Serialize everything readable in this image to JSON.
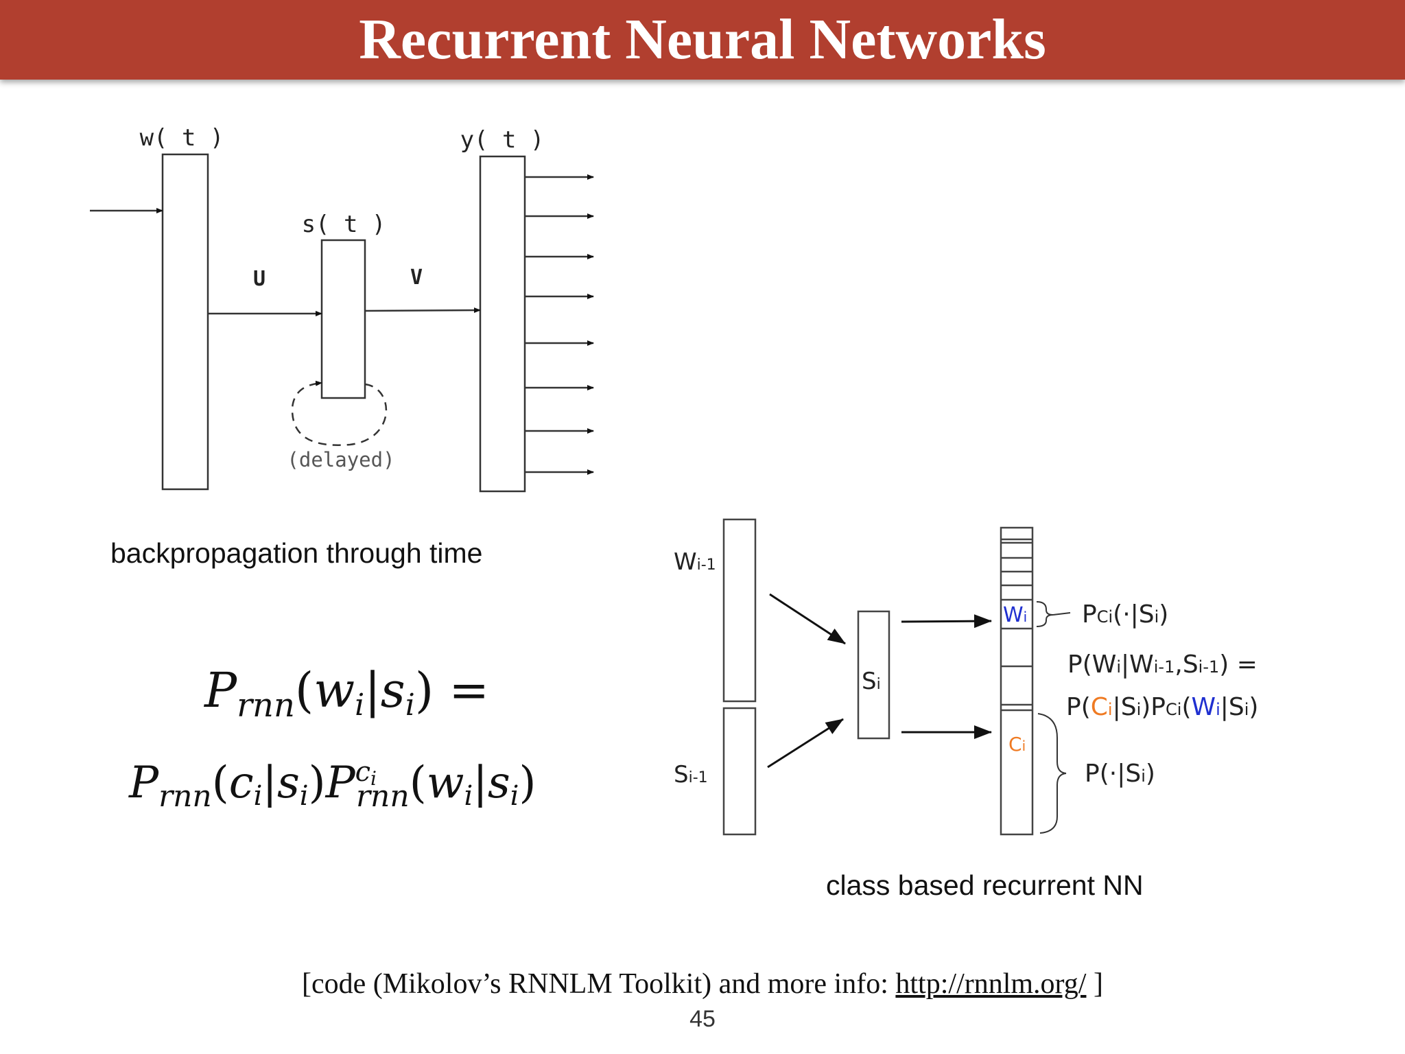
{
  "slide": {
    "title": "Recurrent Neural Networks",
    "page_number": "45"
  },
  "bptt_diagram": {
    "input_label": "w( t )",
    "hidden_label": "s( t )",
    "output_label": "y( t )",
    "weight_u": "U",
    "weight_v": "V",
    "delayed_label": "(delayed)",
    "caption": "backpropagation through time"
  },
  "formula": {
    "line1": "P_rnn(w_i | s_i) =",
    "line2": "P_rnn(c_i | s_i) P_rnn^{c_i}(w_i | s_i)"
  },
  "class_diagram": {
    "w_prev": "W",
    "w_prev_sub": "i-1",
    "s_prev": "S",
    "s_prev_sub": "i-1",
    "s_cur": "S",
    "s_cur_sub": "i",
    "w_cell": "W",
    "w_cell_sub": "i",
    "c_cell": "C",
    "c_cell_sub": "i",
    "caption": "class based recurrent NN",
    "colors": {
      "word": "#1f2fd0",
      "class": "#ef7a22"
    }
  },
  "footer": {
    "prefix": "[code (Mikolov’s RNNLM Toolkit) and more info: ",
    "link": "http://rnnlm.org/",
    "suffix": " ]"
  }
}
